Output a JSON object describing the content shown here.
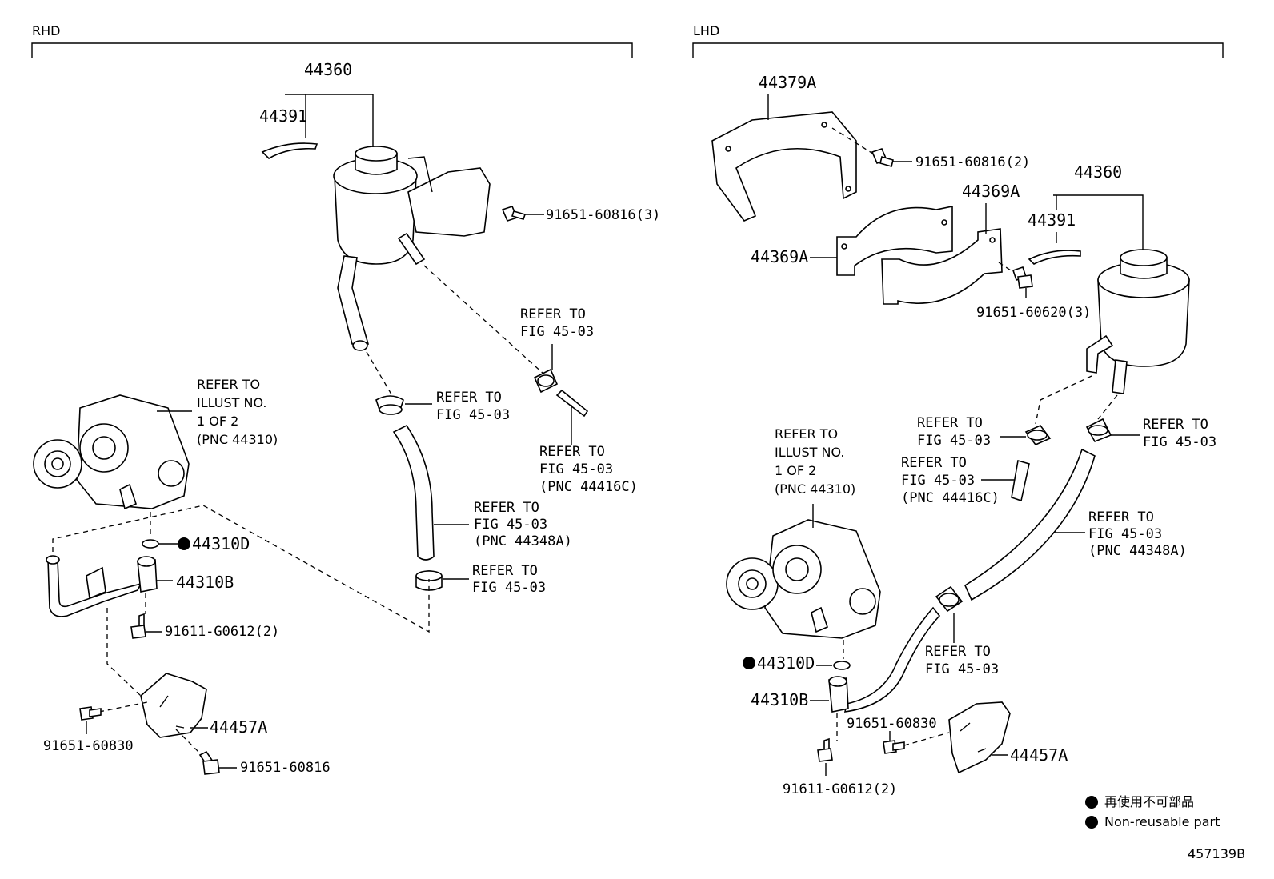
{
  "sections": {
    "left": "RHD",
    "right": "LHD"
  },
  "rhd": {
    "p44360": "44360",
    "p44391": "44391",
    "bolt_a": "91651-60816(3)",
    "refer_pump": [
      "REFER TO",
      "ILLUST NO.",
      "1 OF 2",
      "(PNC 44310)"
    ],
    "refer_clamp_a": [
      "REFER TO",
      "FIG 45-03"
    ],
    "refer_clamp_b": [
      "REFER TO",
      "FIG 45-03"
    ],
    "refer_hose_c": [
      "REFER TO",
      "FIG 45-03",
      "(PNC 44416C)"
    ],
    "refer_hose_a": [
      "REFER TO",
      "FIG 45-03",
      "(PNC 44348A)"
    ],
    "refer_clamp_c": [
      "REFER TO",
      "FIG 45-03"
    ],
    "p44310D": "44310D",
    "p44310B": "44310B",
    "bolt_b": "91611-G0612(2)",
    "p44457A": "44457A",
    "bolt_c": "91651-60830",
    "bolt_d": "91651-60816"
  },
  "lhd": {
    "p44379A": "44379A",
    "bolt_a": "91651-60816(2)",
    "p44369A_top": "44369A",
    "p44369A_left": "44369A",
    "bolt_e": "91651-60620(3)",
    "p44360": "44360",
    "p44391": "44391",
    "refer_pump": [
      "REFER TO",
      "ILLUST NO.",
      "1 OF 2",
      "(PNC 44310)"
    ],
    "refer_clamp_a": [
      "REFER TO",
      "FIG 45-03"
    ],
    "refer_clamp_b": [
      "REFER TO",
      "FIG 45-03"
    ],
    "refer_hose_c": [
      "REFER TO",
      "FIG 45-03",
      "(PNC 44416C)"
    ],
    "refer_hose_a": [
      "REFER TO",
      "FIG 45-03",
      "(PNC 44348A)"
    ],
    "refer_clamp_c": [
      "REFER TO",
      "FIG 45-03"
    ],
    "p44310D": "44310D",
    "p44310B": "44310B",
    "bolt_c": "91651-60830",
    "p44457A": "44457A",
    "bolt_b": "91611-G0612(2)"
  },
  "legend": {
    "jp": "再使用不可部品",
    "en": "Non-reusable part"
  },
  "figure_id": "457139B"
}
